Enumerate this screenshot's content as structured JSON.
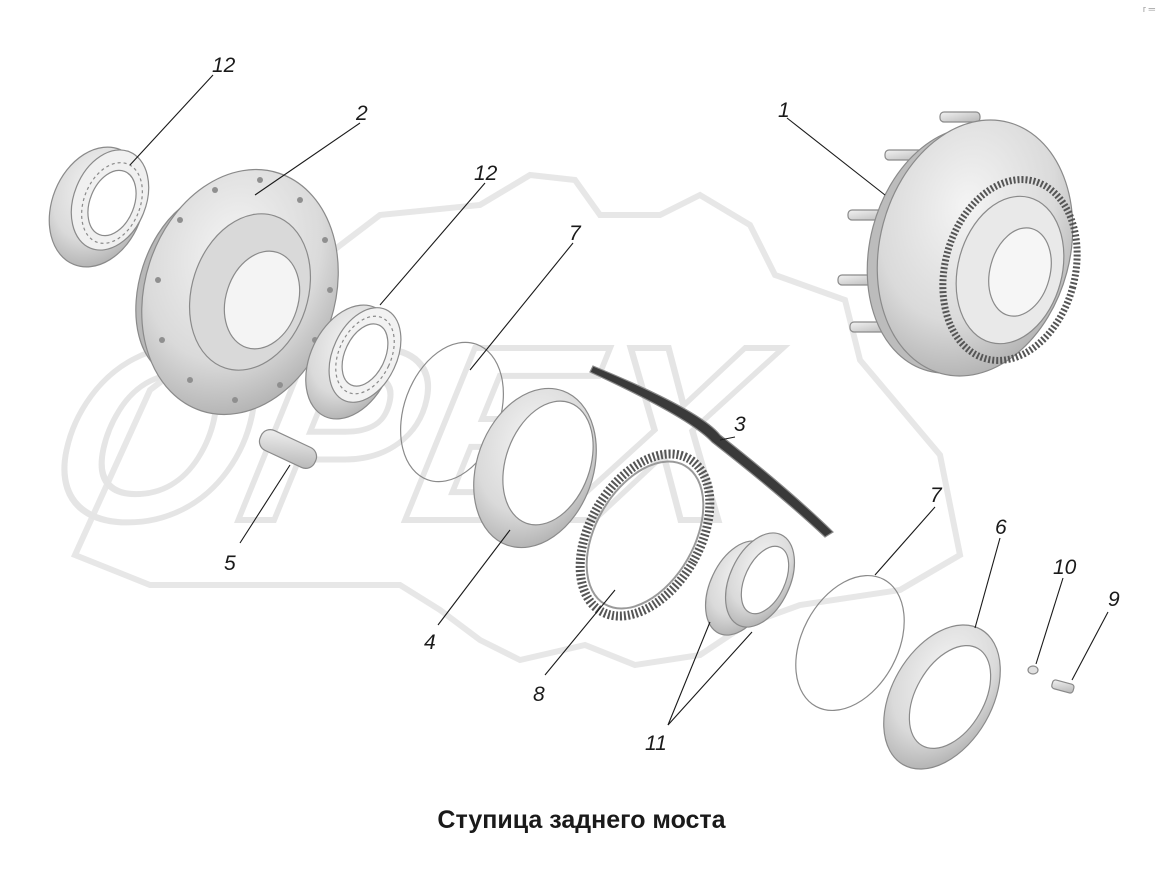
{
  "caption": "Ступица заднего моста",
  "watermark_text": "OPEX",
  "corner_mark": "г ═",
  "callouts": [
    "12",
    "2",
    "12",
    "7",
    "1",
    "3",
    "5",
    "4",
    "8",
    "7",
    "6",
    "10",
    "9",
    "11"
  ],
  "colors": {
    "part_fill": "#e6e6e6",
    "part_shade": "#bdbdbd",
    "watermark": "#d8d8d8",
    "text": "#1a1a1a"
  }
}
